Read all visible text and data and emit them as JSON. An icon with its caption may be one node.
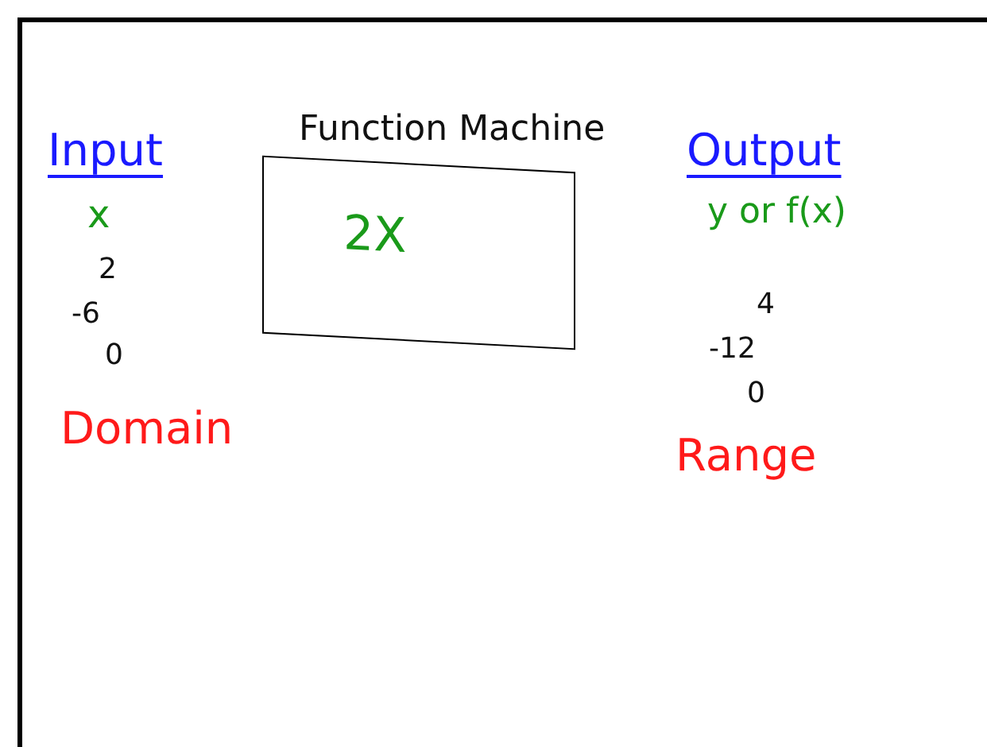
{
  "diagram": {
    "nodes": [
      {
        "text": [
          "Function Machine",
          "2X"
        ]
      }
    ],
    "labels": [
      "Input",
      "x",
      "2",
      "-6",
      "0",
      "Domain",
      "Output",
      "y or f(x)",
      "4",
      "-12",
      "0",
      "Range"
    ]
  }
}
